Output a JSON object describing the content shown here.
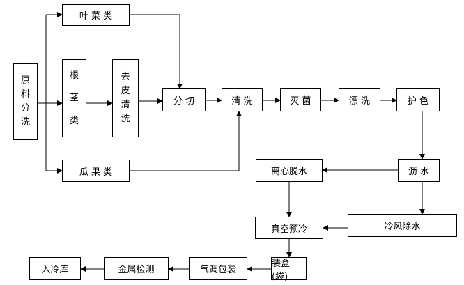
{
  "nodes": {
    "raw": [
      "原",
      "料",
      "分",
      "洗"
    ],
    "leafy": "叶 菜 类",
    "root_stem": [
      "根",
      "茎",
      "类"
    ],
    "peel_wash": [
      "去",
      "皮",
      "清",
      "洗"
    ],
    "melon_fruit": "瓜 果 类",
    "cut": "分 切",
    "wash": "清 洗",
    "sterilize": "灭 菌",
    "rinse": "漂 洗",
    "color_protect": "护 色",
    "drain": "沥 水",
    "centrifuge": "离心脱水",
    "cold_air": "冷风除水",
    "vacuum_cool": "真空预冷",
    "box_bag": "装盒(袋)",
    "map_pack": "气调包装",
    "metal_detect": "金属检测",
    "cold_store": "入冷库"
  }
}
